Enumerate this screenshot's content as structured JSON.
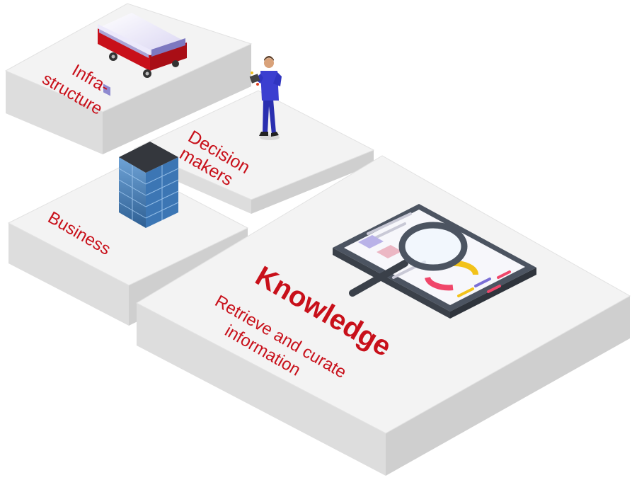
{
  "tiles": {
    "infrastructure": {
      "line1": "Infra-",
      "line2": "structure"
    },
    "decision_makers": {
      "line1": "Decision",
      "line2": "makers"
    },
    "business": {
      "label": "Business"
    },
    "knowledge": {
      "title": "Knowledge",
      "subtitle_line1": "Retrieve and curate",
      "subtitle_line2": "information"
    }
  },
  "colors": {
    "label_red": "#c8101a",
    "tile_top": "#f3f3f3",
    "tile_side_dark": "#cfcfcf",
    "tile_side_light": "#dddddd"
  },
  "icons": [
    "bus-icon",
    "person-icon",
    "office-building-icon",
    "tablet-magnifier-icon"
  ]
}
